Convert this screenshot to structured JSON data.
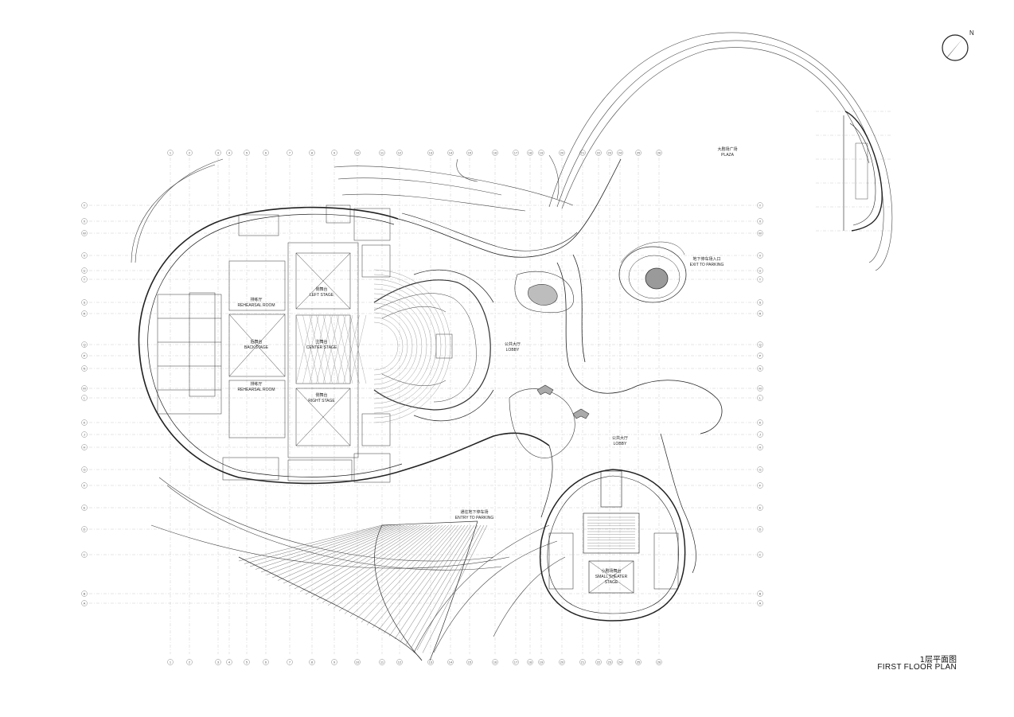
{
  "drawing": {
    "title_cn": "1层平面图",
    "title_en": "FIRST FLOOR PLAN",
    "north_label": "N"
  },
  "labels": {
    "plaza": [
      "大剧场广场",
      "PLAZA"
    ],
    "exit_parking": [
      "地下停车场入口",
      "EXIT TO PARKING"
    ],
    "entry_parking": [
      "通往地下停车场",
      "ENTRY TO PARKING"
    ],
    "lobby_main": [
      "公共大厅",
      "LOBBY"
    ],
    "lobby_small": [
      "公共大厅",
      "LOBBY"
    ],
    "left_stage": [
      "侧舞台",
      "LEFT STAGE"
    ],
    "center_stage": [
      "主舞台",
      "CENTER STAGE"
    ],
    "right_stage": [
      "侧舞台",
      "RIGHT STAGE"
    ],
    "back_stage": [
      "后舞台",
      "BACKSTAGE"
    ],
    "rehearsal_top": [
      "排练厅",
      "REHEARSAL ROOM"
    ],
    "rehearsal_bottom": [
      "排练厅",
      "REHEARSAL ROOM"
    ],
    "small_theater": [
      "小剧场舞台",
      "SMALL THEATER",
      "STAGE"
    ]
  },
  "grid": {
    "columns": [
      "1",
      "2",
      "3",
      "4",
      "5",
      "6",
      "7",
      "8",
      "9",
      "10",
      "11",
      "12",
      "13",
      "14",
      "15",
      "16",
      "17",
      "18",
      "19",
      "20",
      "21",
      "22",
      "23",
      "24",
      "25",
      "26"
    ],
    "rows": [
      "Y",
      "X",
      "W",
      "V",
      "U",
      "T",
      "S",
      "R",
      "Q",
      "P",
      "N",
      "M",
      "L",
      "K",
      "J",
      "H",
      "G",
      "F",
      "E",
      "D",
      "C",
      "B",
      "A"
    ]
  }
}
